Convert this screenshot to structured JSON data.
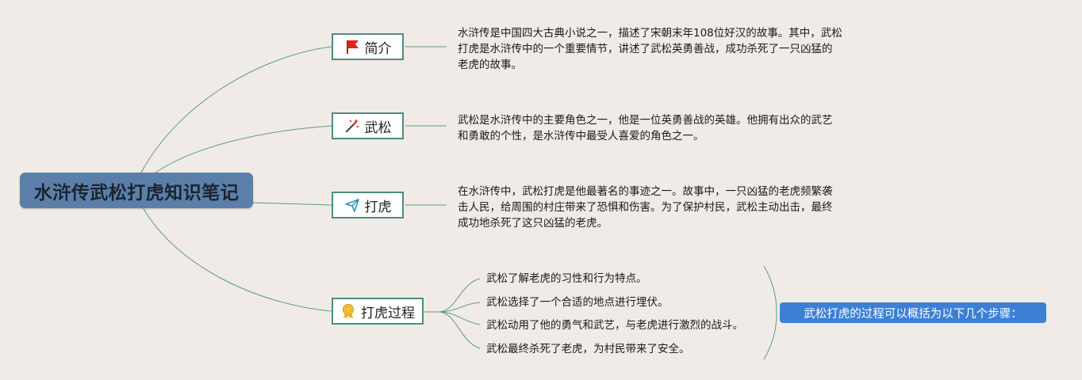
{
  "root": {
    "title": "水浒传武松打虎知识笔记"
  },
  "topics": [
    {
      "label": "简介",
      "icon": "red-flag-icon",
      "desc": [
        "水浒传是中国四大古典小说之一，描述了宋朝末年108位好汉的故事。其中，武松",
        "打虎是水浒传中的一个重要情节，讲述了武松英勇善战，成功杀死了一只凶猛的",
        "老虎的故事。"
      ]
    },
    {
      "label": "武松",
      "icon": "magic-wand-icon",
      "desc": [
        "武松是水浒传中的主要角色之一，他是一位英勇善战的英雄。他拥有出众的武艺",
        "和勇敢的个性，是水浒传中最受人喜爱的角色之一。"
      ]
    },
    {
      "label": "打虎",
      "icon": "paper-plane-icon",
      "desc": [
        "在水浒传中，武松打虎是他最著名的事迹之一。故事中，一只凶猛的老虎频繁袭",
        "击人民，给周围的村庄带来了恐惧和伤害。为了保护村民，武松主动出击，最终",
        "成功地杀死了这只凶猛的老虎。"
      ]
    },
    {
      "label": "打虎过程",
      "icon": "award-medal-icon"
    }
  ],
  "process_steps": [
    "武松了解老虎的习性和行为特点。",
    "武松选择了一个合适的地点进行埋伏。",
    "武松动用了他的勇气和武艺，与老虎进行激烈的战斗。",
    "武松最终杀死了老虎，为村民带来了安全。"
  ],
  "summary": "武松打虎的过程可以概括为以下几个步骤：",
  "colors": {
    "background": "#f0ebe6",
    "root_fill": "#5b7fa8",
    "topic_border": "#4d8d7c",
    "connector": "#5e9a88",
    "summary_fill": "#3c80d6",
    "flag_red": "#e0251b",
    "medal_gold": "#e8b21e"
  }
}
